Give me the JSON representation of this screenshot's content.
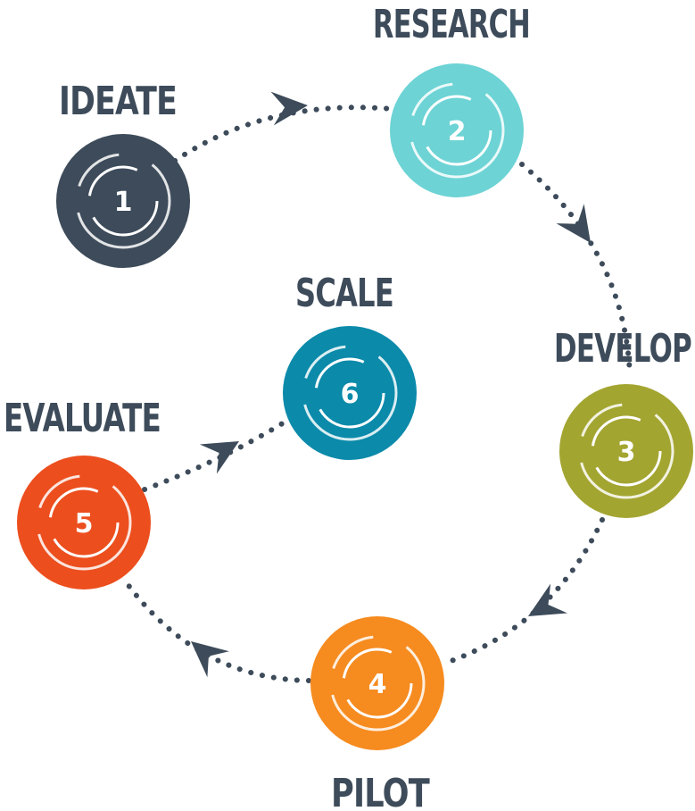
{
  "colors": {
    "text": "#3d4b5a",
    "connector": "#3d4b5a",
    "ideate": "#3d4b5a",
    "research": "#6dd3d5",
    "develop": "#a3a531",
    "pilot": "#f68b1f",
    "evaluate": "#ec4e1e",
    "scale": "#0b8aaa"
  },
  "steps": [
    {
      "number": "1",
      "label": "IDEATE",
      "color_key": "ideate"
    },
    {
      "number": "2",
      "label": "RESEARCH",
      "color_key": "research"
    },
    {
      "number": "3",
      "label": "DEVELOP",
      "color_key": "develop"
    },
    {
      "number": "4",
      "label": "PILOT",
      "color_key": "pilot"
    },
    {
      "number": "5",
      "label": "EVALUATE",
      "color_key": "evaluate"
    },
    {
      "number": "6",
      "label": "SCALE",
      "color_key": "scale"
    }
  ]
}
